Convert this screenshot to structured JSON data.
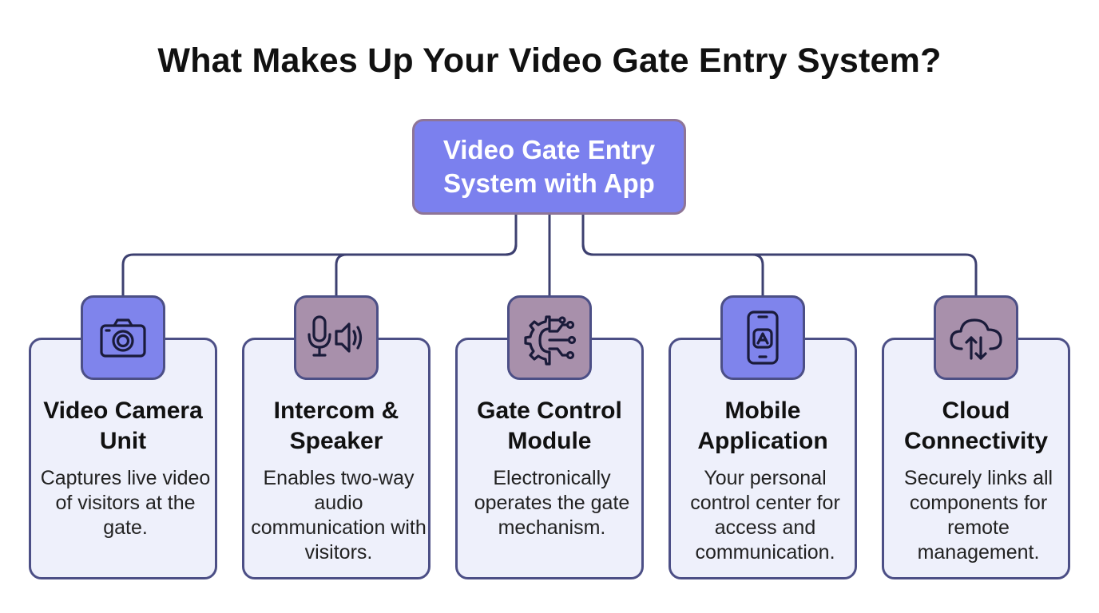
{
  "title": "What Makes Up Your Video Gate Entry System?",
  "root": {
    "label": "Video Gate Entry System with App"
  },
  "components": [
    {
      "title": "Video Camera Unit",
      "description": "Captures live video of visitors at the gate.",
      "icon": "camera-icon",
      "icon_bg": "#7f84ec"
    },
    {
      "title": "Intercom & Speaker",
      "description": "Enables two-way audio communication with visitors.",
      "icon": "microphone-speaker-icon",
      "icon_bg": "#a890ab"
    },
    {
      "title": "Gate Control Module",
      "description": "Electronically operates the gate mechanism.",
      "icon": "gear-circuit-icon",
      "icon_bg": "#a890ab"
    },
    {
      "title": "Mobile Application",
      "description": "Your personal control center for access and communication.",
      "icon": "smartphone-app-icon",
      "icon_bg": "#7f84ec"
    },
    {
      "title": "Cloud Connectivity",
      "description": "Securely links all components for remote management.",
      "icon": "cloud-sync-icon",
      "icon_bg": "#a890ab"
    }
  ],
  "colors": {
    "root_fill": "#7b80ee",
    "card_fill": "#eef0fb",
    "border": "#4c4f86",
    "connector": "#3d4070"
  }
}
